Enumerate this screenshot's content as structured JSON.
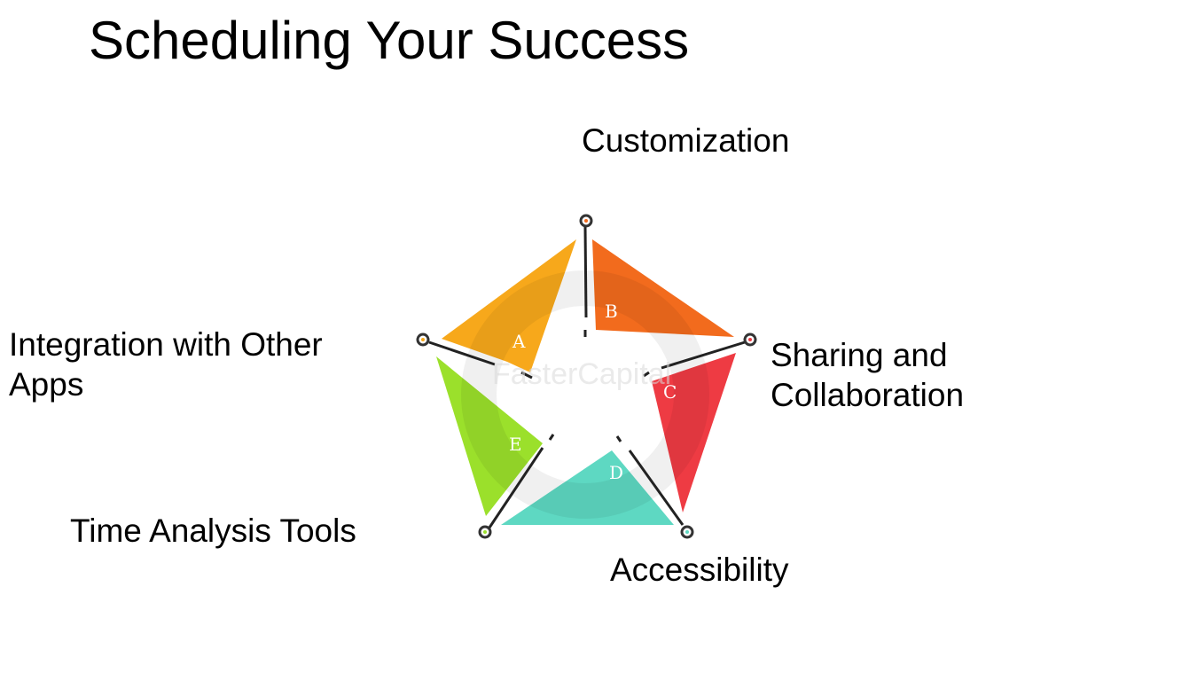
{
  "title": "Scheduling Your Success",
  "watermark": "FasterCapital",
  "segments": [
    {
      "letter": "A",
      "label": "Integration with Other Apps",
      "color": "#f7a81b"
    },
    {
      "letter": "B",
      "label": "Customization",
      "color": "#f26b1d"
    },
    {
      "letter": "C",
      "label": "Sharing and Collaboration",
      "color": "#ee3b43"
    },
    {
      "letter": "D",
      "label": "Accessibility",
      "color": "#5ed8c2"
    },
    {
      "letter": "E",
      "label": "Time Analysis Tools",
      "color": "#9be02b"
    }
  ]
}
